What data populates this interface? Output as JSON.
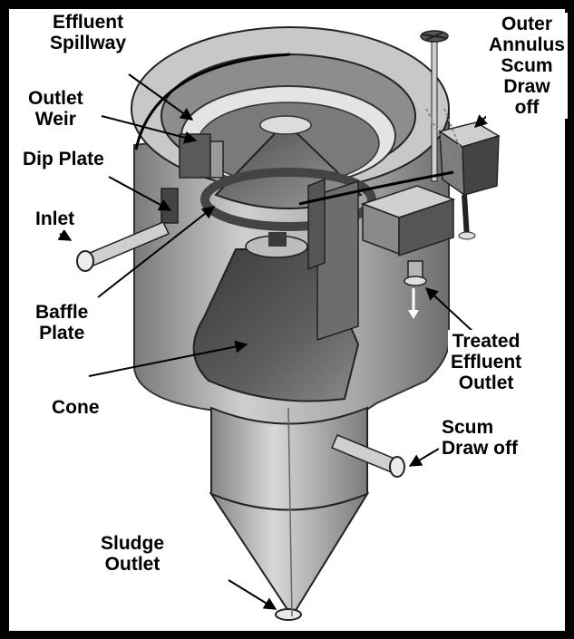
{
  "diagram": {
    "labels": {
      "effluent_spillway": "Effluent\nSpillway",
      "outlet_weir": "Outlet\nWeir",
      "dip_plate": "Dip Plate",
      "inlet": "Inlet",
      "baffle_plate": "Baffle\nPlate",
      "cone": "Cone",
      "outer_annulus": "Outer\nAnnulus\nScum\nDraw\noff",
      "treated_effluent_outlet": "Treated\nEffluent\nOutlet",
      "scum_draw_off": "Scum\nDraw off",
      "sludge_outlet": "Sludge\nOutlet"
    },
    "colors": {
      "background": "#000000",
      "panel": "#ffffff",
      "tank_dark": "#5a5a5a",
      "tank_mid": "#9a9a9a",
      "tank_light": "#d6d6d6",
      "pointer": "#000000"
    }
  }
}
